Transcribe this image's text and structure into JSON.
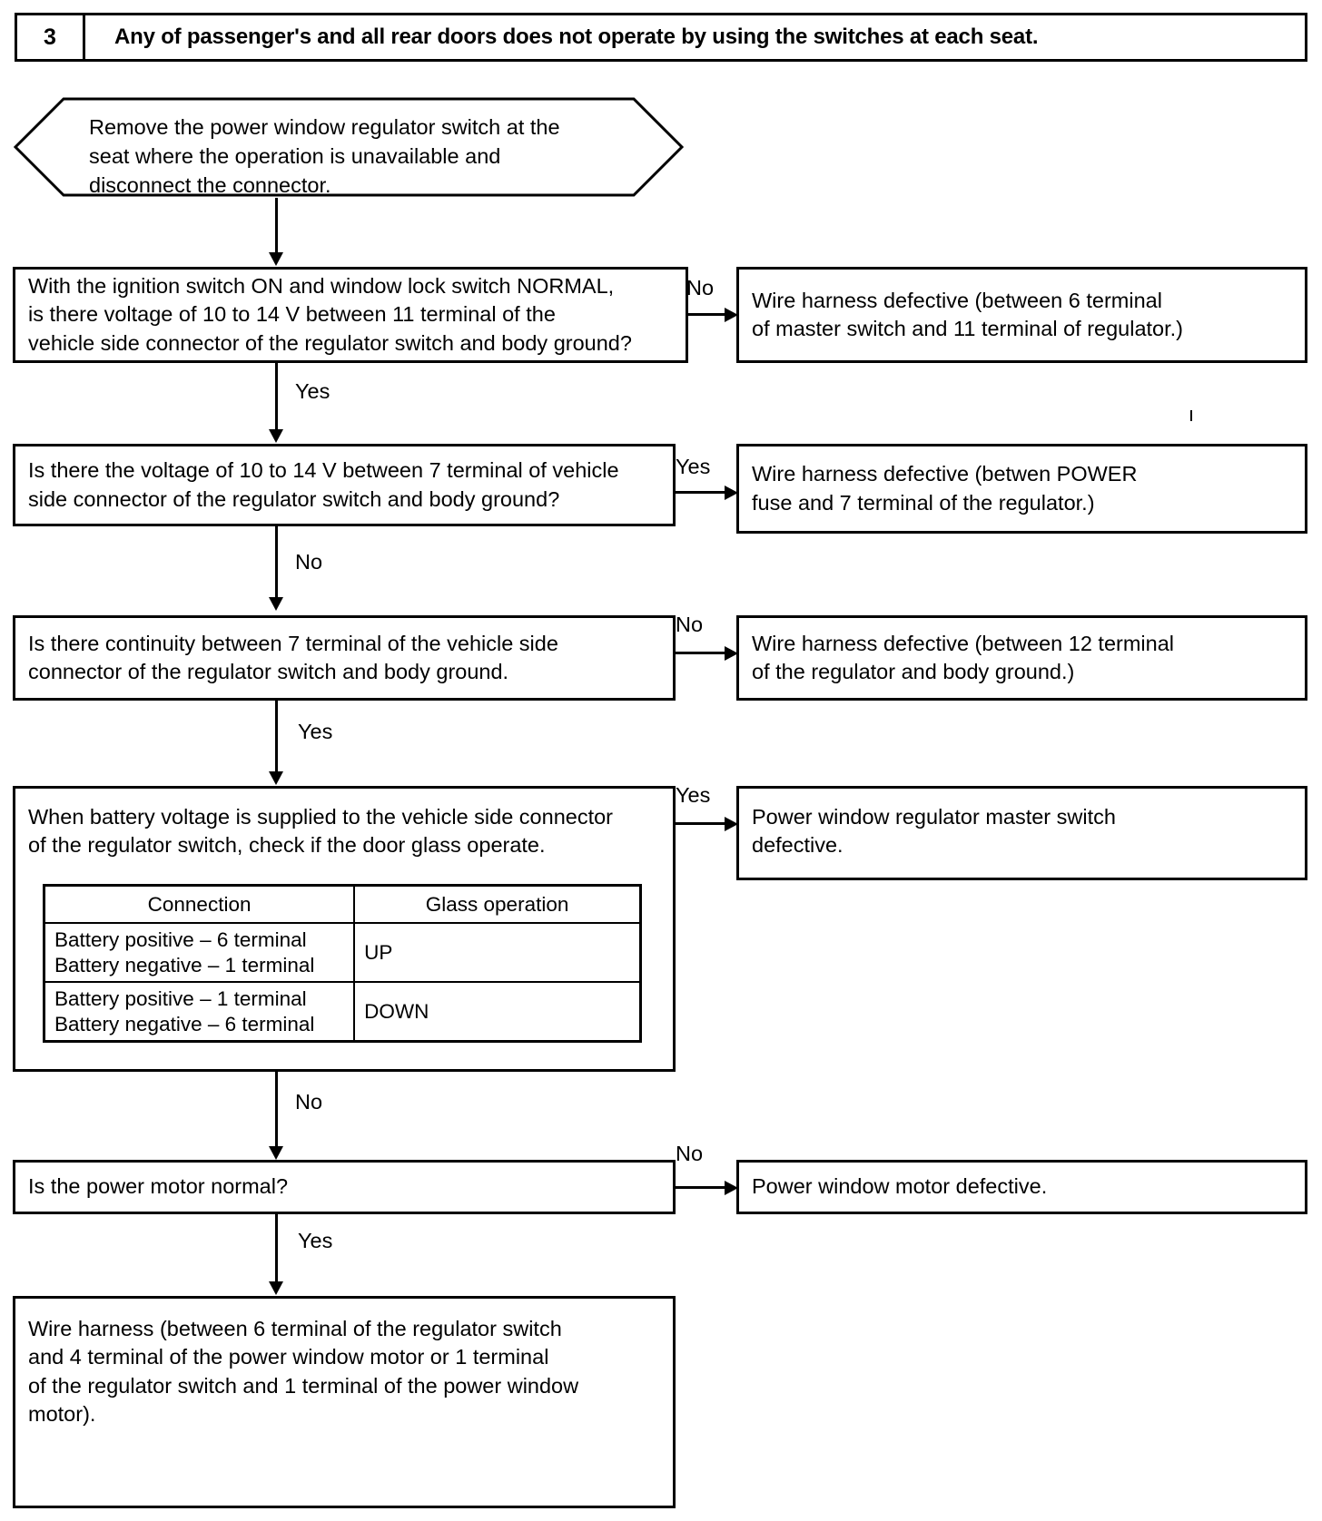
{
  "header": {
    "number": "3",
    "title": "Any of passenger's and all rear doors does not operate by using the switches at each seat."
  },
  "start_node": {
    "name": "remove-switch-terminator",
    "line1": "Remove the power window regulator switch at the",
    "line2": "seat where the operation is unavailable and",
    "line3": "disconnect the connector."
  },
  "steps": [
    {
      "id": "step-ignition-voltage",
      "line1": "With the ignition switch ON and window lock switch NORMAL,",
      "line2": "is there voltage of 10 to 14 V between 11 terminal of the",
      "line3": "vehicle side connector of the regulator switch and body ground?",
      "branch_label": "No",
      "down_label": "Yes",
      "result": {
        "id": "result-harness-master-switch",
        "line1": "Wire harness defective (between 6 terminal",
        "line2": "of master switch and 11 terminal of regulator.)"
      }
    },
    {
      "id": "step-7-terminal-voltage",
      "line1": "Is there the voltage of 10 to 14 V between 7 terminal of vehicle",
      "line2": "side connector of the regulator switch and body ground?",
      "branch_label": "Yes",
      "down_label": "No",
      "result": {
        "id": "result-harness-power-fuse",
        "line1": "Wire harness defective (betwen POWER",
        "line2": "fuse and 7 terminal of the regulator.)"
      }
    },
    {
      "id": "step-7-terminal-continuity",
      "line1": "Is there continuity between 7 terminal of the vehicle side",
      "line2": "connector of the regulator switch and body ground.",
      "branch_label": "No",
      "down_label": "Yes",
      "result": {
        "id": "result-harness-12-terminal",
        "line1": "Wire harness defective (between 12 terminal",
        "line2": "of the regulator and body ground.)"
      }
    },
    {
      "id": "step-battery-voltage-check",
      "line1": "When battery voltage is supplied to the vehicle side connector",
      "line2": "of the regulator switch, check if the door glass operate.",
      "branch_label": "Yes",
      "down_label": "No",
      "result": {
        "id": "result-master-switch-defective",
        "line1": "Power window regulator master switch",
        "line2": "defective."
      }
    },
    {
      "id": "step-power-motor-normal",
      "line1": "Is the power motor normal?",
      "line2": "",
      "branch_label": "No",
      "down_label": "Yes",
      "result": {
        "id": "result-motor-defective",
        "line1": "Power window motor defective.",
        "line2": ""
      }
    }
  ],
  "glass_table": {
    "headers": [
      "Connection",
      "Glass operation"
    ],
    "rows": [
      {
        "connection_line1": "Battery positive – 6 terminal",
        "connection_line2": "Battery negative – 1 terminal",
        "operation": "UP"
      },
      {
        "connection_line1": "Battery positive – 1 terminal",
        "connection_line2": "Battery negative – 6 terminal",
        "operation": "DOWN"
      }
    ]
  },
  "final_node": {
    "id": "final-wire-harness",
    "line1": "Wire harness (between 6 terminal of the regulator switch",
    "line2": "and 4 terminal of the power window motor or 1 terminal",
    "line3": "of the regulator switch and 1 terminal of the power window",
    "line4": "motor)."
  },
  "colors": {
    "stroke": "#000000",
    "background": "#ffffff"
  }
}
